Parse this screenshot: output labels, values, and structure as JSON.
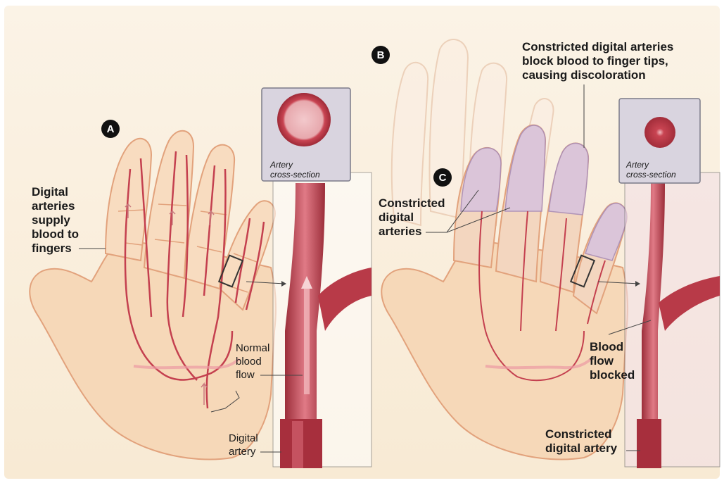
{
  "panels": {
    "a": {
      "badge": "A",
      "label_arteries": [
        "Digital",
        "arteries",
        "supply",
        "blood to",
        "fingers"
      ],
      "label_flow": [
        "Normal",
        "blood",
        "flow"
      ],
      "label_artery": [
        "Digital",
        "artery"
      ],
      "cross_section": [
        "Artery",
        "cross-section"
      ]
    },
    "b": {
      "badge": "B",
      "label_top": [
        "Constricted digital arteries",
        "block blood to finger tips,",
        "causing discoloration"
      ]
    },
    "c": {
      "badge": "C",
      "label_constricted": [
        "Constricted",
        "digital",
        "arteries"
      ],
      "label_blocked": [
        "Blood",
        "flow",
        "blocked"
      ],
      "label_artery": [
        "Constricted",
        "digital artery"
      ],
      "cross_section": [
        "Artery",
        "cross-section"
      ]
    }
  },
  "colors": {
    "background": "#fbf2e3",
    "skin": "#f6d8b8",
    "skin_outline": "#e2a27c",
    "artery": "#c4404f",
    "artery_light": "#ec9aa2",
    "discolored_fingertip": "#d9c4dc",
    "pale_finger": "#fbeee2"
  }
}
